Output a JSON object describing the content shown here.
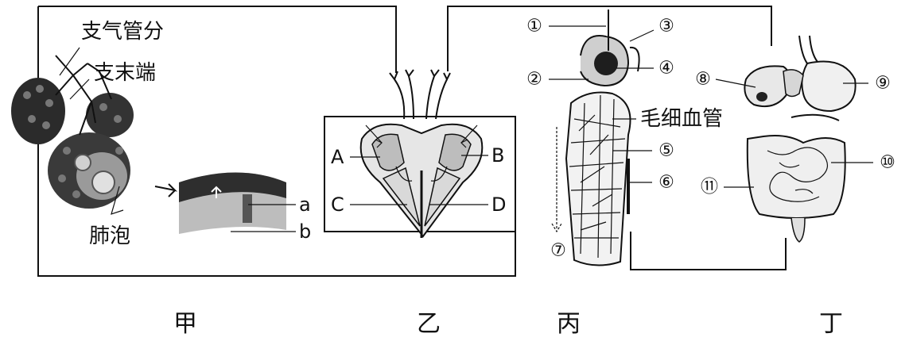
{
  "panels": {
    "jia": {
      "caption": "甲",
      "bronchi_label": "支气管分支末端",
      "bronchi_line1": "支气管分",
      "bronchi_line2": "支末端",
      "alveoli_label": "肺泡",
      "label_a": "a",
      "label_b": "b"
    },
    "yi": {
      "caption": "乙",
      "label_A": "A",
      "label_B": "B",
      "label_C": "C",
      "label_D": "D"
    },
    "bing": {
      "caption": "丙",
      "capillary_label": "毛细血管",
      "n1": "①",
      "n2": "②",
      "n3": "③",
      "n4": "④",
      "n5": "⑤",
      "n6": "⑥",
      "n7": "⑦"
    },
    "ding": {
      "caption": "丁",
      "n8": "⑧",
      "n9": "⑨",
      "n10": "⑩",
      "n11": "⑪"
    }
  },
  "colors": {
    "ink": "#111111",
    "shade": "#cfcfcf",
    "dark": "#444444"
  }
}
